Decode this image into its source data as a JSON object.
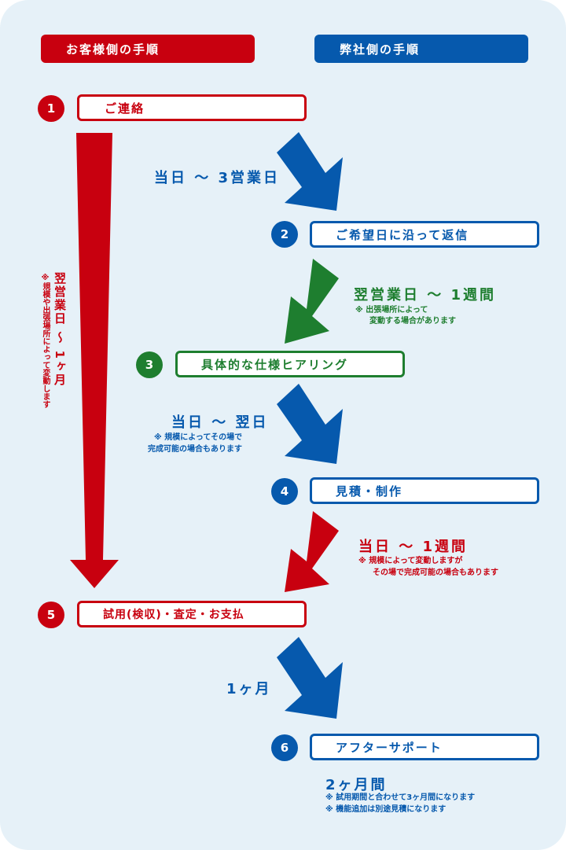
{
  "headers": {
    "customer": "お客様側の手順",
    "company": "弊社側の手順"
  },
  "steps": [
    {
      "num": "1",
      "label": "ご連絡"
    },
    {
      "num": "2",
      "label": "ご希望日に沿って返信"
    },
    {
      "num": "3",
      "label": "具体的な仕様ヒアリング"
    },
    {
      "num": "4",
      "label": "見積・制作"
    },
    {
      "num": "5",
      "label": "試用(検収)・査定・お支払"
    },
    {
      "num": "6",
      "label": "アフターサポート"
    }
  ],
  "timings": {
    "t1": "当日 ～ 3営業日",
    "t2_main": "翌営業日 ～ 1週間",
    "t2_note1": "※ 出張場所によって",
    "t2_note2": "変動する場合があります",
    "t3_main": "当日 ～ 翌日",
    "t3_note1": "※ 規模によってその場で",
    "t3_note2": "完成可能の場合もあります",
    "t4_main": "当日 ～ 1週間",
    "t4_note1": "※ 規模によって変動しますが",
    "t4_note2": "その場で完成可能の場合もあります",
    "t5": "1ヶ月",
    "t6_main": "2ヶ月間",
    "t6_note1": "※ 試用期間と合わせて3ヶ月間になります",
    "t6_note2": "※ 機能追加は別途見積になります",
    "side_main": "翌営業日 ～ 1ヶ月",
    "side_note": "※規模や出張場所によって変動します"
  },
  "colors": {
    "red": "#c8000f",
    "blue": "#0659ad",
    "green": "#1e7e2f",
    "background": "#e6f1f8"
  }
}
